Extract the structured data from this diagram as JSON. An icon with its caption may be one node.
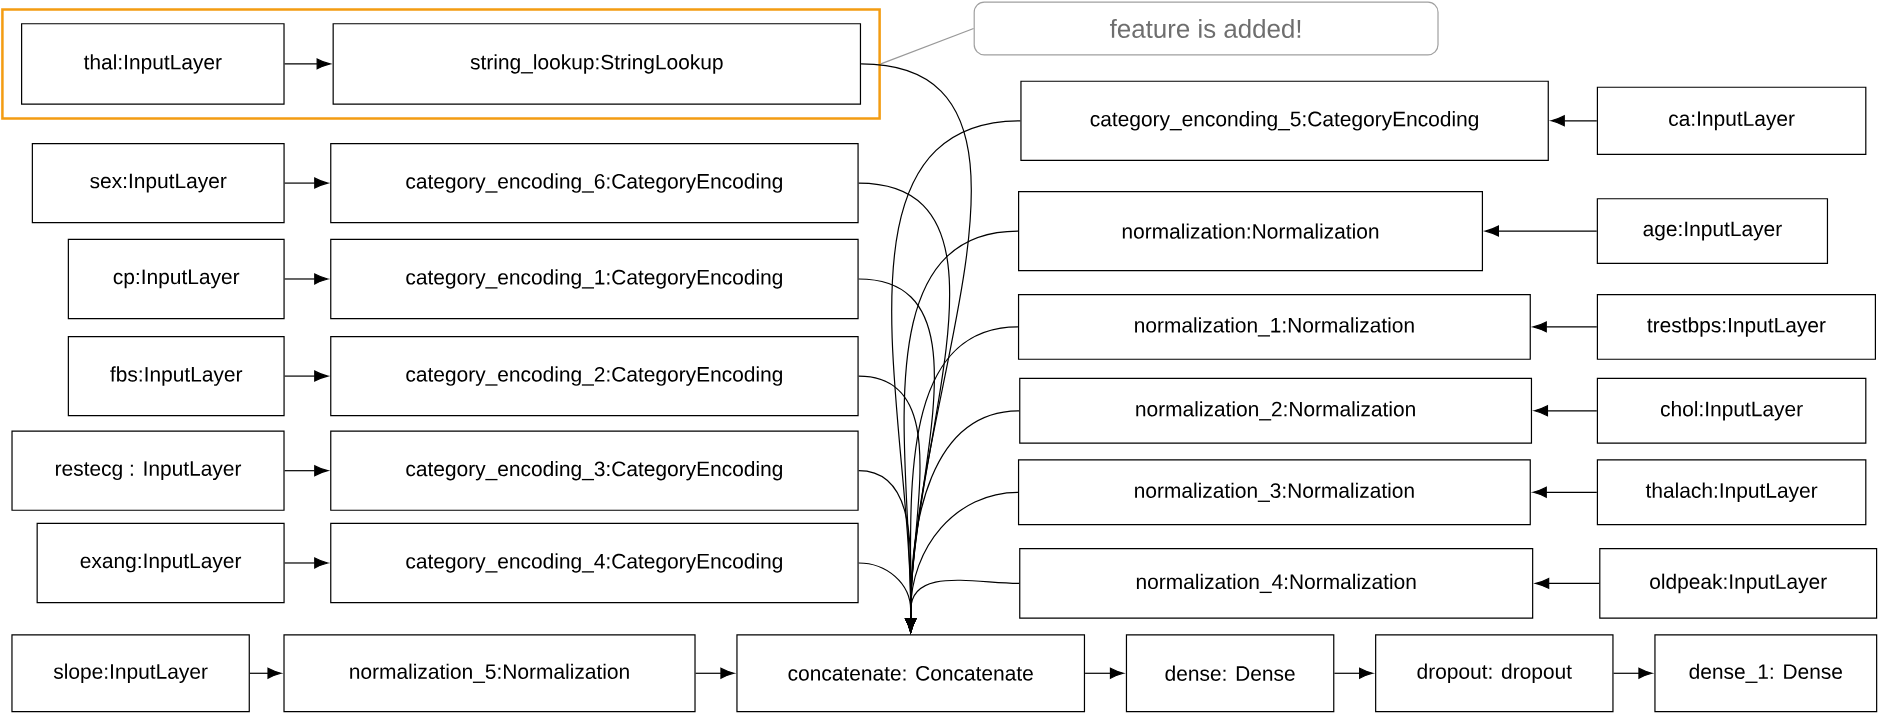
{
  "diagram": {
    "nodes": [
      {
        "text": [],
        "shape": "box"
      },
      {
        "text": [
          "thal:InputLayer"
        ],
        "in": 0
      },
      {
        "text": [
          "string_lookup:StringLookup"
        ],
        "in": 0
      },
      {
        "text": [
          "feature is added!"
        ]
      },
      {
        "text": [
          "sex:InputLayer"
        ]
      },
      {
        "text": [
          "category_encoding_6:CategoryEncoding"
        ]
      },
      {
        "text": [
          "cp:InputLayer"
        ]
      },
      {
        "text": [
          "category_encoding_1:CategoryEncoding"
        ]
      },
      {
        "text": [
          "fbs:InputLayer"
        ]
      },
      {
        "text": [
          "category_encoding_2:CategoryEncoding"
        ]
      },
      {
        "text": [
          "restecg : InputLayer"
        ]
      },
      {
        "text": [
          "category_encoding_3:CategoryEncoding"
        ]
      },
      {
        "text": [
          "exang:InputLayer"
        ]
      },
      {
        "text": [
          "category_encoding_4:CategoryEncoding"
        ]
      },
      {
        "text": [
          "category_enconding_5:CategoryEncoding"
        ]
      },
      {
        "text": [
          "ca:InputLayer"
        ]
      },
      {
        "text": [
          "normalization:Normalization"
        ]
      },
      {
        "text": [
          "age:InputLayer"
        ]
      },
      {
        "text": [
          "normalization_1:Normalization"
        ]
      },
      {
        "text": [
          "trestbps:InputLayer"
        ]
      },
      {
        "text": [
          "normalization_2:Normalization"
        ]
      },
      {
        "text": [
          "chol:InputLayer"
        ]
      },
      {
        "text": [
          "normalization_3:Normalization"
        ]
      },
      {
        "text": [
          "thalach:InputLayer"
        ]
      },
      {
        "text": [
          "normalization_4:Normalization"
        ]
      },
      {
        "text": [
          "oldpeak:InputLayer"
        ]
      },
      {
        "text": [
          "slope:InputLayer"
        ]
      },
      {
        "text": [
          "normalization_5:Normalization"
        ]
      },
      {
        "text": [
          "concatenate: Concatenate"
        ]
      },
      {
        "text": [
          "dense: Dense"
        ]
      },
      {
        "text": [
          "dropout: dropout"
        ]
      },
      {
        "text": [
          "dense_1: Dense"
        ]
      }
    ],
    "edges": [
      {
        "from": 1,
        "to": 2,
        "arrow": "to"
      },
      {
        "from": 3,
        "to": 0,
        "arrow": "none",
        "color": "#999999"
      },
      {
        "from": 4,
        "to": 5,
        "arrow": "to"
      },
      {
        "from": 6,
        "to": 7,
        "arrow": "to"
      },
      {
        "from": 8,
        "to": 9,
        "arrow": "to"
      },
      {
        "from": 10,
        "to": 11,
        "arrow": "to"
      },
      {
        "from": 12,
        "to": 13,
        "arrow": "to"
      },
      {
        "from": 15,
        "to": 14,
        "arrow": "to"
      },
      {
        "from": 17,
        "to": 16,
        "arrow": "to"
      },
      {
        "from": 19,
        "to": 18,
        "arrow": "to"
      },
      {
        "from": 21,
        "to": 20,
        "arrow": "to"
      },
      {
        "from": 23,
        "to": 22,
        "arrow": "to"
      },
      {
        "from": 25,
        "to": 24,
        "arrow": "to"
      },
      {
        "from": 2,
        "to": 28,
        "arrow": "to"
      },
      {
        "from": 5,
        "to": 28,
        "arrow": "to"
      },
      {
        "from": 7,
        "to": 28,
        "arrow": "to"
      },
      {
        "from": 9,
        "to": 28,
        "arrow": "to"
      },
      {
        "from": 11,
        "to": 28,
        "arrow": "to"
      },
      {
        "from": 13,
        "to": 28,
        "arrow": "to"
      },
      {
        "from": 14,
        "to": 28,
        "arrow": "to"
      },
      {
        "from": 16,
        "to": 28,
        "arrow": "to"
      },
      {
        "from": 18,
        "to": 28,
        "arrow": "to"
      },
      {
        "from": 20,
        "to": 28,
        "arrow": "to"
      },
      {
        "from": 22,
        "to": 28,
        "arrow": "to"
      },
      {
        "from": 24,
        "to": 28,
        "arrow": "to"
      },
      {
        "from": 26,
        "to": 27,
        "arrow": "to"
      },
      {
        "from": 27,
        "to": 28,
        "arrow": "to"
      },
      {
        "from": 28,
        "to": 29,
        "arrow": "to"
      },
      {
        "from": 29,
        "to": 30,
        "arrow": "to"
      },
      {
        "from": 30,
        "to": 31,
        "arrow": "to"
      }
    ]
  }
}
